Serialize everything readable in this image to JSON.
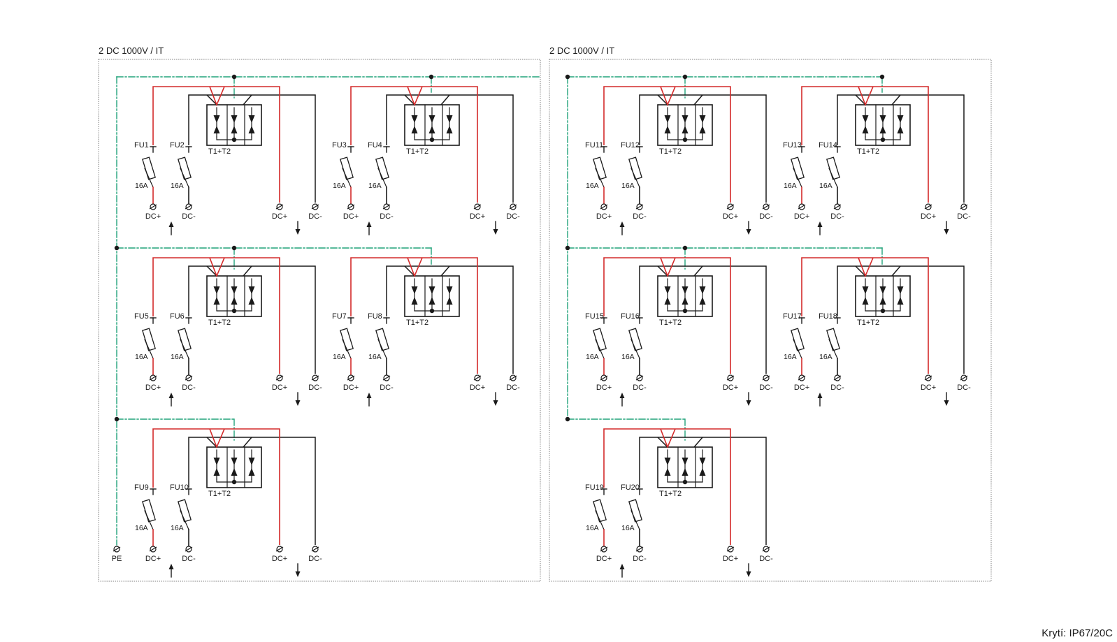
{
  "enclosures": [
    {
      "title": "2 DC 1000V / IT",
      "pe_label": "PE",
      "units": [
        {
          "fuses": [
            "FU1",
            "FU2"
          ],
          "ratings": [
            "16A",
            "16A"
          ],
          "spd": "T1+T2",
          "terminals": [
            "DC+",
            "DC-",
            "DC+",
            "DC-"
          ]
        },
        {
          "fuses": [
            "FU3",
            "FU4"
          ],
          "ratings": [
            "16A",
            "16A"
          ],
          "spd": "T1+T2",
          "terminals": [
            "DC+",
            "DC-",
            "DC+",
            "DC-"
          ]
        },
        {
          "fuses": [
            "FU5",
            "FU6"
          ],
          "ratings": [
            "16A",
            "16A"
          ],
          "spd": "T1+T2",
          "terminals": [
            "DC+",
            "DC-",
            "DC+",
            "DC-"
          ]
        },
        {
          "fuses": [
            "FU7",
            "FU8"
          ],
          "ratings": [
            "16A",
            "16A"
          ],
          "spd": "T1+T2",
          "terminals": [
            "DC+",
            "DC-",
            "DC+",
            "DC-"
          ]
        },
        {
          "fuses": [
            "FU9",
            "FU10"
          ],
          "ratings": [
            "16A",
            "16A"
          ],
          "spd": "T1+T2",
          "terminals": [
            "DC+",
            "DC-",
            "DC+",
            "DC-"
          ]
        }
      ]
    },
    {
      "title": "2 DC 1000V / IT",
      "pe_label": "",
      "units": [
        {
          "fuses": [
            "FU11",
            "FU12"
          ],
          "ratings": [
            "16A",
            "16A"
          ],
          "spd": "T1+T2",
          "terminals": [
            "DC+",
            "DC-",
            "DC+",
            "DC-"
          ]
        },
        {
          "fuses": [
            "FU13",
            "FU14"
          ],
          "ratings": [
            "16A",
            "16A"
          ],
          "spd": "T1+T2",
          "terminals": [
            "DC+",
            "DC-",
            "DC+",
            "DC-"
          ]
        },
        {
          "fuses": [
            "FU15",
            "FU16"
          ],
          "ratings": [
            "16A",
            "16A"
          ],
          "spd": "T1+T2",
          "terminals": [
            "DC+",
            "DC-",
            "DC+",
            "DC-"
          ]
        },
        {
          "fuses": [
            "FU17",
            "FU18"
          ],
          "ratings": [
            "16A",
            "16A"
          ],
          "spd": "T1+T2",
          "terminals": [
            "DC+",
            "DC-",
            "DC+",
            "DC-"
          ]
        },
        {
          "fuses": [
            "FU19",
            "FU20"
          ],
          "ratings": [
            "16A",
            "16A"
          ],
          "spd": "T1+T2",
          "terminals": [
            "DC+",
            "DC-",
            "DC+",
            "DC-"
          ]
        }
      ]
    }
  ],
  "footer": "Krytí: IP67/20C",
  "colors": {
    "positive": "#d42a2a",
    "negative": "#1a1a1a",
    "earth": "#22a37a",
    "border": "#808080"
  }
}
